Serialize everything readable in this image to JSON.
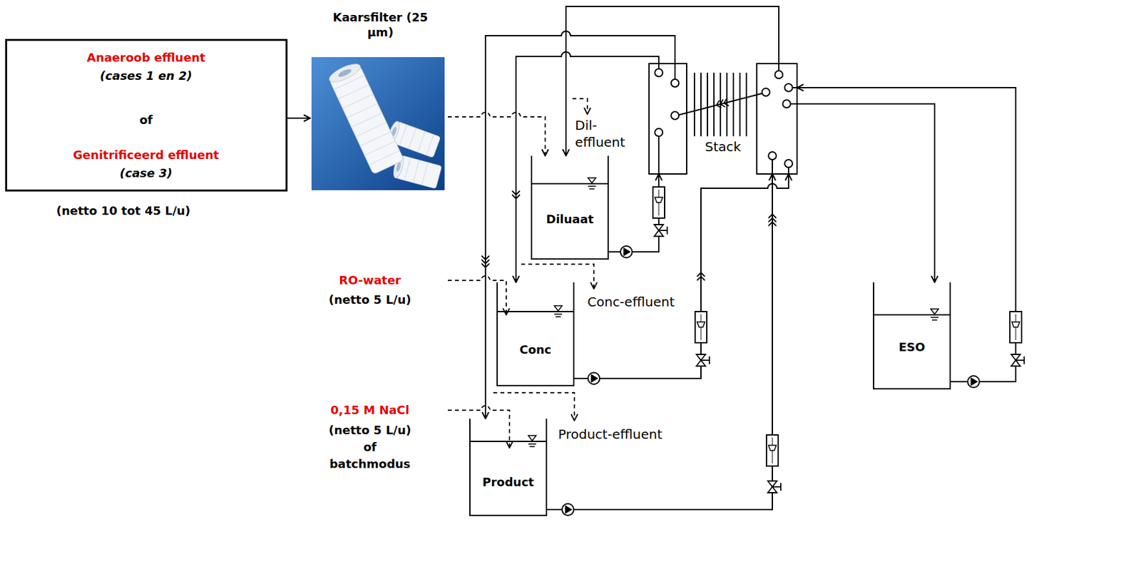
{
  "diagram": {
    "nodes": [
      {
        "text": [
          "Anaeroob effluent",
          "(cases 1 en 2)",
          "of",
          "Genitrificeerd effluent",
          "(case 3)",
          "(netto 10 tot 45 L/u)"
        ]
      },
      {
        "text": [
          "Kaarsfilter (25 µm)"
        ]
      },
      {
        "text": [
          "Diluaat"
        ]
      },
      {
        "text": [
          "Conc"
        ]
      },
      {
        "text": [
          "Product"
        ]
      },
      {
        "text": [
          "ESO"
        ]
      },
      {
        "text": [
          "Stack"
        ]
      }
    ],
    "edges": [
      {
        "from": 0,
        "to": 1,
        "arrow": "to"
      },
      {
        "from": 1,
        "to": 2,
        "arrow": "to"
      },
      {
        "from": 2,
        "to": 6,
        "arrow": "to"
      },
      {
        "from": 6,
        "to": 2,
        "arrow": "to"
      },
      {
        "from": 3,
        "to": 6,
        "arrow": "to"
      },
      {
        "from": 6,
        "to": 3,
        "arrow": "to"
      },
      {
        "from": 4,
        "to": 6,
        "arrow": "to"
      },
      {
        "from": 6,
        "to": 4,
        "arrow": "to"
      },
      {
        "from": 5,
        "to": 6,
        "arrow": "to"
      },
      {
        "from": 6,
        "to": 5,
        "arrow": "to"
      }
    ],
    "labels": [
      "RO-water",
      "(netto 5 L/u)",
      "0,15 M NaCl",
      "(netto 5 L/u)",
      "of",
      "batchmodus",
      "Dil- effluent",
      "Conc-effluent",
      "Product-effluent"
    ]
  }
}
